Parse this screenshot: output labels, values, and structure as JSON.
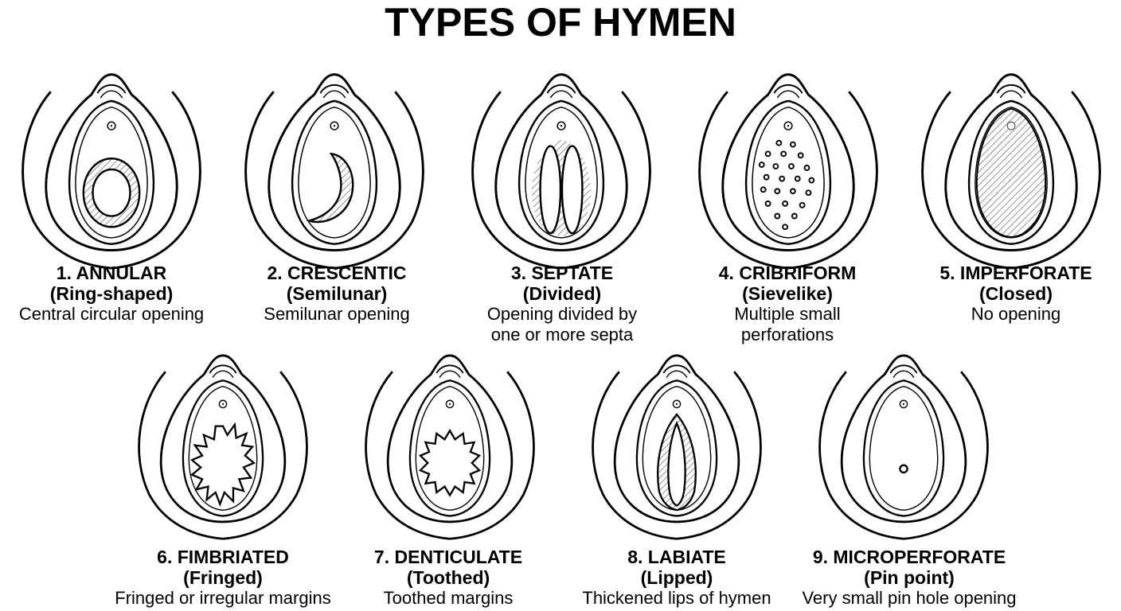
{
  "title": "TYPES OF HYMEN",
  "types": [
    {
      "name": "1. ANNULAR",
      "alt": "(Ring-shaped)",
      "desc": "Central circular opening",
      "icon": "annular-icon"
    },
    {
      "name": "2. CRESCENTIC",
      "alt": "(Semilunar)",
      "desc": "Semilunar opening",
      "icon": "crescentic-icon"
    },
    {
      "name": "3. SEPTATE",
      "alt": "(Divided)",
      "desc": "Opening divided by\none or more septa",
      "icon": "septate-icon"
    },
    {
      "name": "4. CRIBRIFORM",
      "alt": "(Sievelike)",
      "desc": "Multiple small\nperforations",
      "icon": "cribriform-icon"
    },
    {
      "name": "5. IMPERFORATE",
      "alt": "(Closed)",
      "desc": "No opening",
      "icon": "imperforate-icon"
    },
    {
      "name": "6. FIMBRIATED",
      "alt": "(Fringed)",
      "desc": "Fringed or irregular margins",
      "icon": "fimbriated-icon"
    },
    {
      "name": "7. DENTICULATE",
      "alt": "(Toothed)",
      "desc": "Toothed margins",
      "icon": "denticulate-icon"
    },
    {
      "name": "8. LABIATE",
      "alt": "(Lipped)",
      "desc": "Thickened lips of hymen",
      "icon": "labiate-icon"
    },
    {
      "name": "9. MICROPERFORATE",
      "alt": "(Pin point)",
      "desc": "Very small pin hole opening",
      "icon": "microperforate-icon"
    }
  ],
  "colors": {
    "ink": "#000000",
    "hatch": "#777777",
    "background": "#ffffff"
  }
}
